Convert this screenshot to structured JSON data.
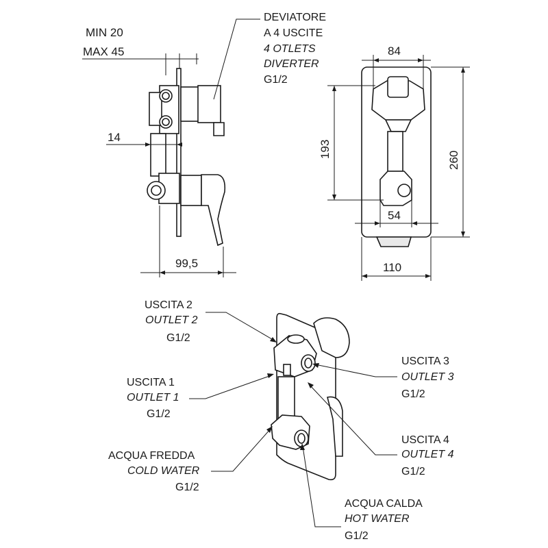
{
  "side_view": {
    "min_label": "MIN 20",
    "max_label": "MAX 45",
    "dim_thickness": "14",
    "dim_depth": "99,5"
  },
  "diverter_callout": {
    "line1": "DEVIATORE",
    "line2": "A 4 USCITE",
    "line3": "4 OTLETS",
    "line4": "DIVERTER",
    "line5": "G1/2"
  },
  "front_view": {
    "dim_body_width": "84",
    "dim_height_193": "193",
    "dim_height_260": "260",
    "dim_inlet_width": "54",
    "dim_plate_width": "110"
  },
  "callouts": {
    "outlet2": {
      "it": "USCITA 2",
      "en": "OUTLET 2",
      "size": "G1/2"
    },
    "outlet1": {
      "it": "USCITA 1",
      "en": "OUTLET 1",
      "size": "G1/2"
    },
    "cold": {
      "it": "ACQUA FREDDA",
      "en": "COLD WATER",
      "size": "G1/2"
    },
    "outlet3": {
      "it": "USCITA 3",
      "en": "OUTLET 3",
      "size": "G1/2"
    },
    "outlet4": {
      "it": "USCITA 4",
      "en": "OUTLET 4",
      "size": "G1/2"
    },
    "hot": {
      "it": "ACQUA CALDA",
      "en": "HOT WATER",
      "size": "G1/2"
    }
  }
}
